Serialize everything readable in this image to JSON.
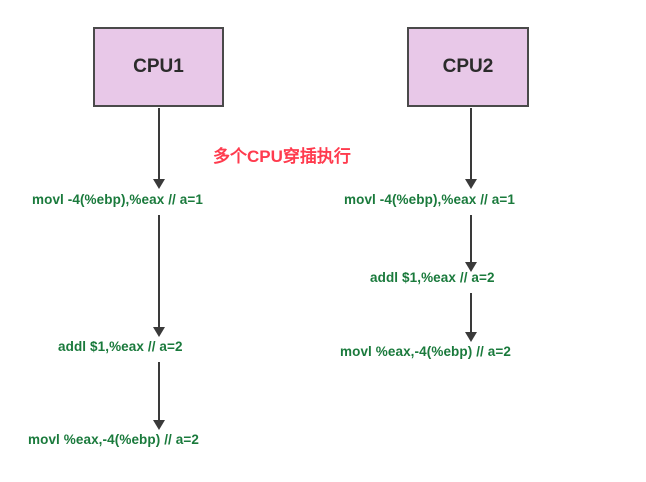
{
  "diagram": {
    "banner": "多个CPU穿插执行",
    "nodes": [
      {
        "id": "cpu1",
        "label": "CPU1"
      },
      {
        "id": "cpu2",
        "label": "CPU2"
      }
    ],
    "left_column": [
      {
        "text": "movl -4(%ebp),%eax // a=1"
      },
      {
        "text": "addl $1,%eax // a=2"
      },
      {
        "text": "movl %eax,-4(%ebp) // a=2"
      }
    ],
    "right_column": [
      {
        "text": "movl -4(%ebp),%eax // a=1"
      },
      {
        "text": "addl $1,%eax // a=2"
      },
      {
        "text": "movl %eax,-4(%ebp) // a=2"
      }
    ],
    "colors": {
      "box_fill": "#e8c8e8",
      "box_border": "#4a4a4a",
      "code_text": "#1a7a3c",
      "banner_text": "#ff3b4e",
      "arrow": "#3a3a3a",
      "background": "#ffffff"
    }
  }
}
